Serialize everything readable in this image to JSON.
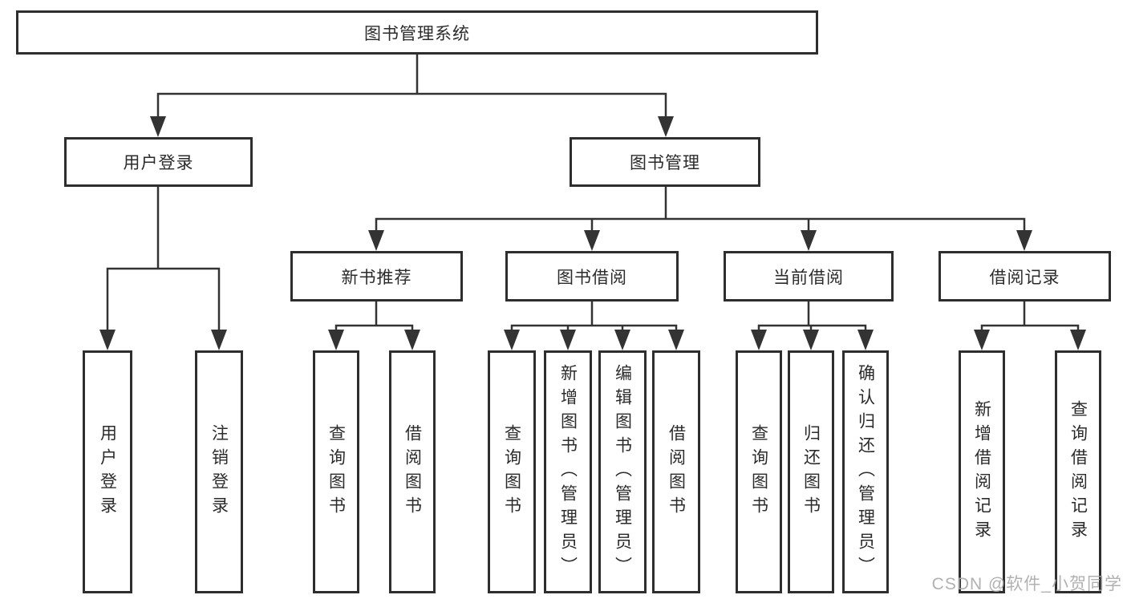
{
  "root": {
    "label": "图书管理系统"
  },
  "branches": [
    {
      "label": "用户登录",
      "children": [
        {
          "label": "用户登录"
        },
        {
          "label": "注销登录"
        }
      ]
    },
    {
      "label": "图书管理",
      "children": [
        {
          "label": "新书推荐",
          "children": [
            {
              "label": "查询图书"
            },
            {
              "label": "借阅图书"
            }
          ]
        },
        {
          "label": "图书借阅",
          "children": [
            {
              "label": "查询图书"
            },
            {
              "label": "新增图书（管理员）"
            },
            {
              "label": "编辑图书（管理员）"
            },
            {
              "label": "借阅图书"
            }
          ]
        },
        {
          "label": "当前借阅",
          "children": [
            {
              "label": "查询图书"
            },
            {
              "label": "归还图书"
            },
            {
              "label": "确认归还（管理员）"
            }
          ]
        },
        {
          "label": "借阅记录",
          "children": [
            {
              "label": "新增借阅记录"
            },
            {
              "label": "查询借阅记录"
            }
          ]
        }
      ]
    }
  ],
  "watermark": "CSDN @软件_小贺同学",
  "colors": {
    "line": "#333333",
    "border": "#2e2e2e",
    "text": "#2b2b2b",
    "background": "#ffffff",
    "watermark": "#a8a8a8"
  }
}
